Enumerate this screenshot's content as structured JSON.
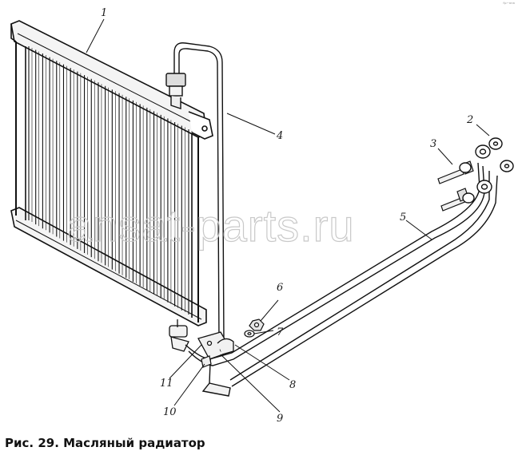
{
  "figure": {
    "caption": "Рис. 29. Масляный радиатор",
    "watermark": "ansat-parts.ru",
    "corner_mark": "ᶠᵖ⁻ⁿⁿⁿ",
    "callouts": [
      {
        "id": "1",
        "text": "1"
      },
      {
        "id": "2",
        "text": "2"
      },
      {
        "id": "3",
        "text": "3"
      },
      {
        "id": "4",
        "text": "4"
      },
      {
        "id": "5",
        "text": "5"
      },
      {
        "id": "6",
        "text": "6"
      },
      {
        "id": "7",
        "text": "7"
      },
      {
        "id": "8",
        "text": "8"
      },
      {
        "id": "9",
        "text": "9"
      },
      {
        "id": "10",
        "text": "10"
      },
      {
        "id": "11",
        "text": "11"
      }
    ]
  }
}
